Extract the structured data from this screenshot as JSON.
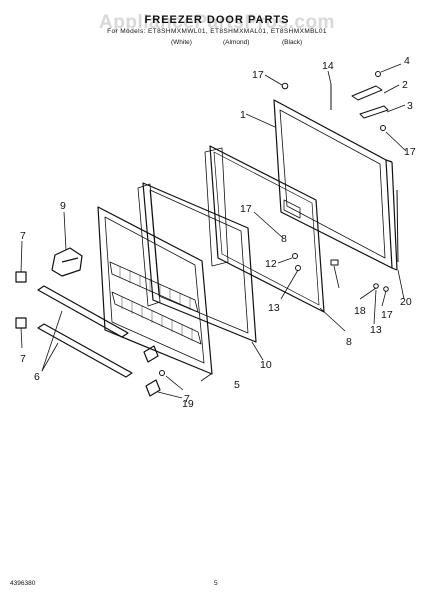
{
  "watermark": "AppliancePartsPros.com",
  "header": {
    "title": "FREEZER DOOR PARTS",
    "models": "For Models: ET8SHMXMWL01, ET8SHMXMAL01, ET8SHMXMBL01",
    "colors": [
      "(White)",
      "(Almond)",
      "(Black)"
    ]
  },
  "callouts": [
    "1",
    "2",
    "3",
    "4",
    "5",
    "6",
    "7",
    "7",
    "7",
    "8",
    "8",
    "9",
    "10",
    "12",
    "13",
    "13",
    "14",
    "17",
    "17",
    "17",
    "17",
    "18",
    "19",
    "20"
  ],
  "footer": {
    "doc_number": "4396380",
    "page_number": "5"
  }
}
